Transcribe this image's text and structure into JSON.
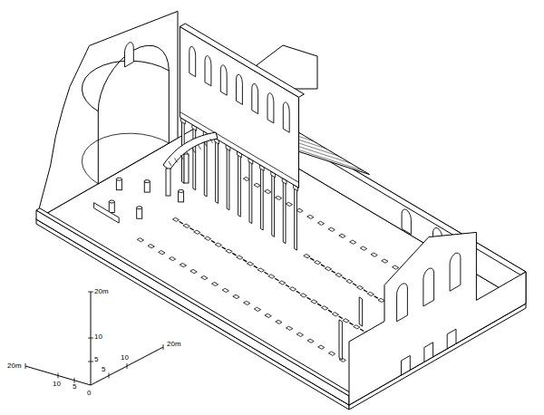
{
  "diagram": {
    "labels": [
      "20m",
      "10",
      "5",
      "0",
      "20m",
      "10",
      "5",
      "5",
      "10",
      "20m"
    ]
  }
}
